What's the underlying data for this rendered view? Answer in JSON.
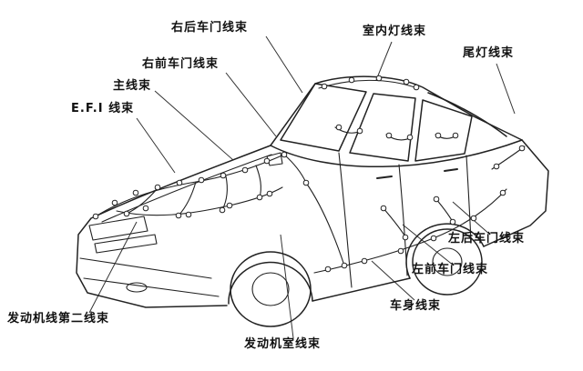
{
  "diagram": {
    "subject": "car-wiring-harness-overview",
    "colors": {
      "line": "#222222",
      "leader": "#333333",
      "background": "#ffffff"
    },
    "labels": [
      {
        "id": "rear-right-door-harness",
        "text": "右后车门线束"
      },
      {
        "id": "interior-lamp-harness",
        "text": "室内灯线束"
      },
      {
        "id": "tail-lamp-harness",
        "text": "尾灯线束"
      },
      {
        "id": "front-right-door-harness",
        "text": "右前车门线束"
      },
      {
        "id": "main-harness",
        "text": "主线束"
      },
      {
        "id": "efi-harness",
        "text": "E.F.I 线束"
      },
      {
        "id": "engine-second-harness",
        "text": "发动机线第二线束"
      },
      {
        "id": "engine-room-harness",
        "text": "发动机室线束"
      },
      {
        "id": "body-harness",
        "text": "车身线束"
      },
      {
        "id": "front-left-door-harness",
        "text": "左前车门线束"
      },
      {
        "id": "rear-left-door-harness",
        "text": "左后车门线束"
      }
    ]
  }
}
